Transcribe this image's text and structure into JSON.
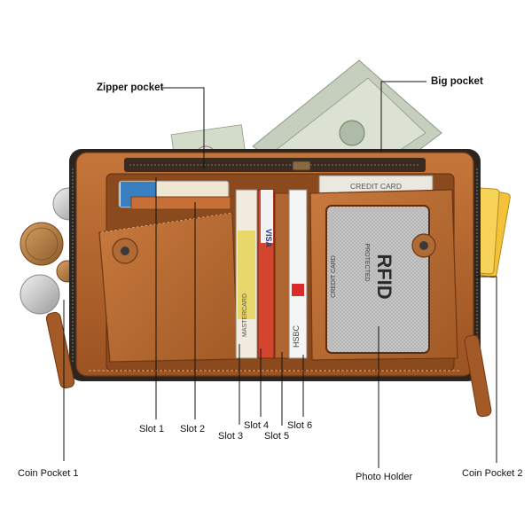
{
  "labels": {
    "zipper_pocket": "Zipper pocket",
    "big_pocket": "Big pocket",
    "slot_1": "Slot 1",
    "slot_2": "Slot 2",
    "slot_3": "Slot 3",
    "slot_4": "Slot 4",
    "slot_5": "Slot 5",
    "slot_6": "Slot 6",
    "coin_pocket_1": "Coin Pocket 1",
    "coin_pocket_2": "Coin Pocket 2",
    "photo_holder": "Photo Holder"
  },
  "product_text": {
    "credit_card": "CREDIT CARD",
    "rfid": "RFID",
    "protected": "PROTECTED",
    "visa": "VISA",
    "hsbc": "HSBC",
    "mastercard": "MASTERCARD"
  },
  "colors": {
    "leather": "#b5652c",
    "leather_dark": "#7a3f17",
    "leather_light": "#cf8547",
    "zipper": "#2a2520",
    "money": "#c9d2bf",
    "label_line": "#111111"
  }
}
